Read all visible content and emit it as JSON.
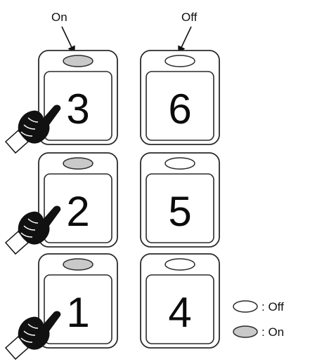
{
  "callouts": {
    "on_label": "On",
    "off_label": "Off"
  },
  "buttons": [
    {
      "number": "3",
      "led": "on"
    },
    {
      "number": "6",
      "led": "off"
    },
    {
      "number": "2",
      "led": "on"
    },
    {
      "number": "5",
      "led": "off"
    },
    {
      "number": "1",
      "led": "on"
    },
    {
      "number": "4",
      "led": "off"
    }
  ],
  "legend": {
    "off_label": ": Off",
    "on_label": ": On"
  },
  "colors": {
    "led_on": "#c9c9c9",
    "led_off": "#ffffff",
    "outline": "#2a2a2a"
  },
  "icons": {
    "pointer": "hand-pointing-icon"
  }
}
